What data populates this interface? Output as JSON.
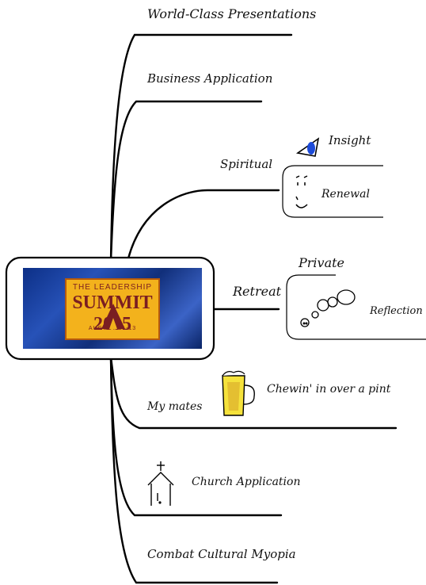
{
  "center": {
    "logo": {
      "line1": "THE LEADERSHIP",
      "line2": "SUMMIT 2005",
      "line3": "AUGUST 11-13",
      "bg_color": "#1a3c9c",
      "tile_color": "#f3b21c",
      "text_color": "#7a1e22"
    }
  },
  "branches": {
    "world_class": "World-Class Presentations",
    "business": "Business Application",
    "spiritual": "Spiritual",
    "insight": "Insight",
    "renewal": "Renewal",
    "private": "Private",
    "retreat": "Retreat",
    "reflection": "Reflection",
    "mates": "My mates",
    "chewin": "Chewin' in over a pint",
    "church": "Church Application",
    "combat": "Combat Cultural Myopia"
  },
  "icons": {
    "insight": "eye-icon",
    "renewal": "smiley-face-icon",
    "reflection": "thought-bubble-icon",
    "mates": "beer-mug-icon",
    "church": "church-icon"
  }
}
